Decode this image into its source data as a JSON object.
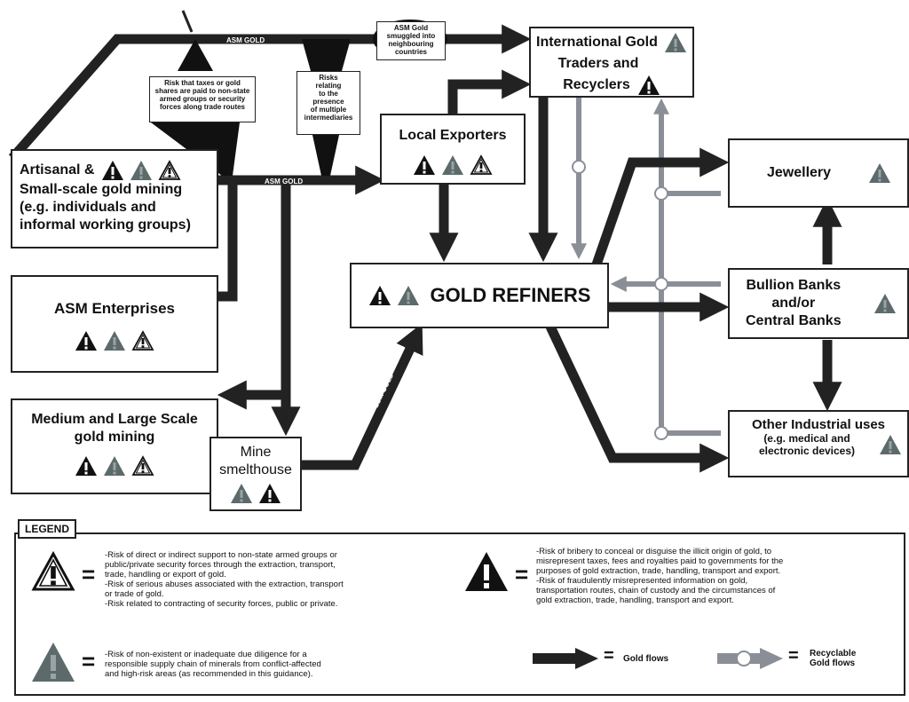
{
  "nodes": {
    "artisanal": {
      "line1": "Artisanal &",
      "line2": "Small-scale gold mining",
      "line3": "(e.g. individuals and",
      "line4": "informal working groups)"
    },
    "asm_enterprises": {
      "label": "ASM Enterprises"
    },
    "medium_large": {
      "line1": "Medium and Large Scale",
      "line2": "gold mining"
    },
    "mine_smelthouse": {
      "line1": "Mine",
      "line2": "smelthouse"
    },
    "local_exporters": {
      "label": "Local Exporters"
    },
    "international_traders": {
      "line1": "International Gold",
      "line2": "Traders and",
      "line3": "Recyclers"
    },
    "gold_refiners": {
      "label": "GOLD REFINERS"
    },
    "jewellery": {
      "label": "Jewellery"
    },
    "bullion_banks": {
      "line1": "Bullion Banks",
      "line2": "and/or",
      "line3": "Central Banks"
    },
    "industrial": {
      "line1": "Other Industrial uses",
      "line2": "(e.g. medical and",
      "line3": "electronic devices)"
    }
  },
  "callouts": {
    "taxes": {
      "line1": "Risk that taxes or gold",
      "line2": "shares are paid to non-state",
      "line3": "armed groups or security",
      "line4": "forces along trade routes"
    },
    "intermediaries": {
      "line1": "Risks",
      "line2": "relating",
      "line3": "to the",
      "line4": "presence",
      "line5": "of multiple",
      "line6": "intermediaries"
    },
    "smuggled": {
      "line1": "ASM Gold",
      "line2": "smuggled into",
      "line3": "neighbouring",
      "line4": "countries"
    }
  },
  "flow_labels": {
    "asm_gold_top": "ASM GOLD",
    "asm_gold_mid": "ASM GOLD",
    "lsm_gold": "LSM GOLD"
  },
  "legend": {
    "title": "LEGEND",
    "outline_risk": {
      "l1": "-Risk of direct or indirect support to non-state armed groups or",
      "l2": "public/private security forces through the extraction, transport,",
      "l3": "trade, handling or export of gold.",
      "l4": "-Risk of serious abuses associated with the extraction, transport",
      "l5": "or trade of gold.",
      "l6": "-Risk related to contracting of security forces, public or private."
    },
    "black_risk": {
      "l1": "-Risk of bribery to conceal or disguise the illicit origin of gold, to",
      "l2": "misrepresent taxes, fees and royalties paid to governments for the",
      "l3": "purposes of gold extraction, trade, handling, transport and export.",
      "l4": "-Risk of fraudulently misrepresented information on gold,",
      "l5": "transportation routes, chain of custody and the circumstances of",
      "l6": "gold extraction, trade, handling, transport and export."
    },
    "grey_risk": {
      "l1": "-Risk of non-existent or inadequate due diligence for a",
      "l2": "responsible supply chain of minerals from conflict-affected",
      "l3": "and high-risk areas (as recommended in this guidance)."
    },
    "gold_flows": "Gold flows",
    "recyclable_line1": "Recyclable",
    "recyclable_line2": "Gold flows"
  },
  "colors": {
    "flow": "#222222",
    "recycle": "#8a8f97",
    "grey_icon": "#5d6a6b"
  }
}
